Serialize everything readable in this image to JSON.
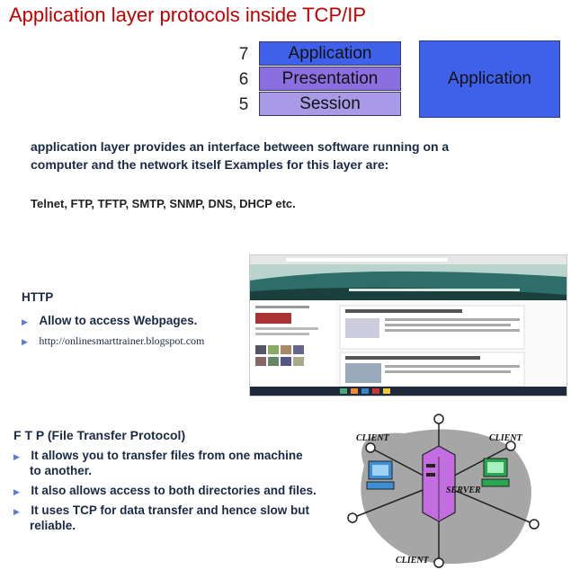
{
  "title": "Application layer protocols  inside TCP/IP",
  "layers": [
    {
      "num": "7",
      "name": "Application",
      "color": "#3f61ea"
    },
    {
      "num": "6",
      "name": "Presentation",
      "color": "#8b6fe0"
    },
    {
      "num": "5",
      "name": "Session",
      "color": "#a89ae6"
    }
  ],
  "combined_layer": "Application",
  "description": {
    "line1": "application  layer provides an  interface between  software running  on  a",
    "line2": "computer and the network  itself Examples for this layer are:"
  },
  "examples": "Telnet, FTP, TFTP, SMTP, SNMP, DNS, DHCP etc.",
  "http": {
    "heading": "HTTP",
    "bullet1": "Allow to access Webpages.",
    "link": "http://onlinesmarttrainer.blogspot.com"
  },
  "ftp": {
    "heading": "F T P (File Transfer Protocol)",
    "bullets": [
      {
        "l1": "It allows you to transfer files from one machine",
        "l2": "to another."
      },
      {
        "l1": "It also allows access to both directories and files.",
        "l2": ""
      },
      {
        "l1": "It uses TCP for data transfer and hence slow but",
        "l2": "reliable."
      }
    ]
  },
  "diagram": {
    "client_top_left": "CLIENT",
    "client_top_right": "CLIENT",
    "server": "SERVER",
    "client_bottom": "CLIENT"
  },
  "colors": {
    "title": "#c00000",
    "text": "#1a2a44",
    "bullet_arrow": "#5b7bd5"
  }
}
